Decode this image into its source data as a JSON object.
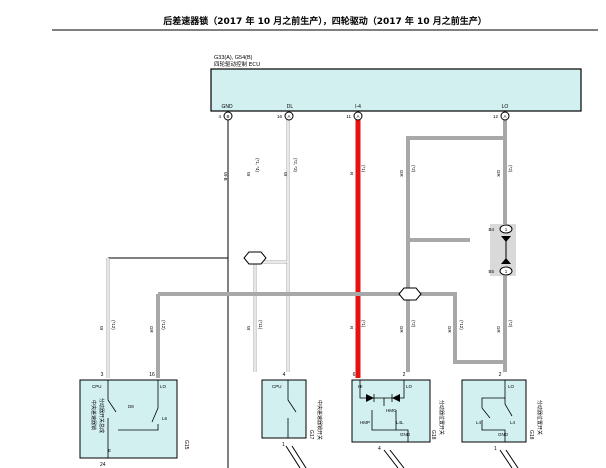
{
  "header": {
    "title": "后差速器锁（2017 年 10 月之前生产），四轮驱动（2017 年 10 月之前生产）"
  },
  "ecu": {
    "code": "G33(A), G54(B)",
    "name": "四轮驱动控制 ECU",
    "pins": [
      {
        "name": "GND",
        "num": "4",
        "conn": "B"
      },
      {
        "name": "DL",
        "num": "16",
        "conn": "A"
      },
      {
        "name": "I-4",
        "num": "11",
        "conn": "A"
      },
      {
        "name": "LO",
        "num": "12",
        "conn": "A"
      }
    ]
  },
  "wires": {
    "gnd_col": {
      "color_code": "W-B",
      "tag": ""
    },
    "dl_col": {
      "color_code": "W",
      "tag": "(*1, *4)",
      "tag2": "(*2, *3)"
    },
    "i4_col": {
      "color_code": "R",
      "tag": "(*1)"
    },
    "gr_mid": {
      "color_code": "GR",
      "tag": "(*2)"
    },
    "lo_col": {
      "color_code": "GR",
      "tag": "(*2)"
    },
    "lower": [
      {
        "color_code": "W",
        "tag": "(*12)"
      },
      {
        "color_code": "GR",
        "tag": "(*12)"
      },
      {
        "color_code": "W",
        "tag": "(*11)"
      },
      {
        "color_code": "R",
        "tag": "(*1)"
      },
      {
        "color_code": "GR",
        "tag": "(*2)"
      },
      {
        "color_code": "GR",
        "tag": "(*12)"
      },
      {
        "color_code": "GR",
        "tag": "(*2)"
      }
    ]
  },
  "joint": {
    "upper": {
      "label": "B4",
      "pin": "1"
    },
    "lower": {
      "label": "B5",
      "pin": "1"
    }
  },
  "components": {
    "c1": {
      "pin_left": "3",
      "pin_right": "16",
      "cpu": "CPU",
      "lo": "LO",
      "sw": "D8",
      "l6": "L6",
      "e": "E",
      "name": "中央差速器锁",
      "name2": "分动器开关总成",
      "code": "G15",
      "bottom_pin": "24"
    },
    "c2": {
      "pin": "4",
      "cpu": "CPU",
      "name": "中央差速器锁开关",
      "code": "G17",
      "bottom_pin": "1"
    },
    "c3": {
      "pin_left": "6",
      "pin_right": "2",
      "hi": "HI",
      "lo": "LO",
      "hmp": "HMP",
      "hmc": "HMC",
      "l4l": "L4L",
      "gnd": "GND",
      "name": "分动器位置开关",
      "code": "G18",
      "bottom_pin": "4"
    },
    "c4": {
      "pin": "2",
      "lo": "LO",
      "l4": "L4",
      "l4b": "L4",
      "gnd": "GND",
      "name": "分动器位置开关",
      "code": "G18",
      "bottom_pin": "1"
    }
  }
}
